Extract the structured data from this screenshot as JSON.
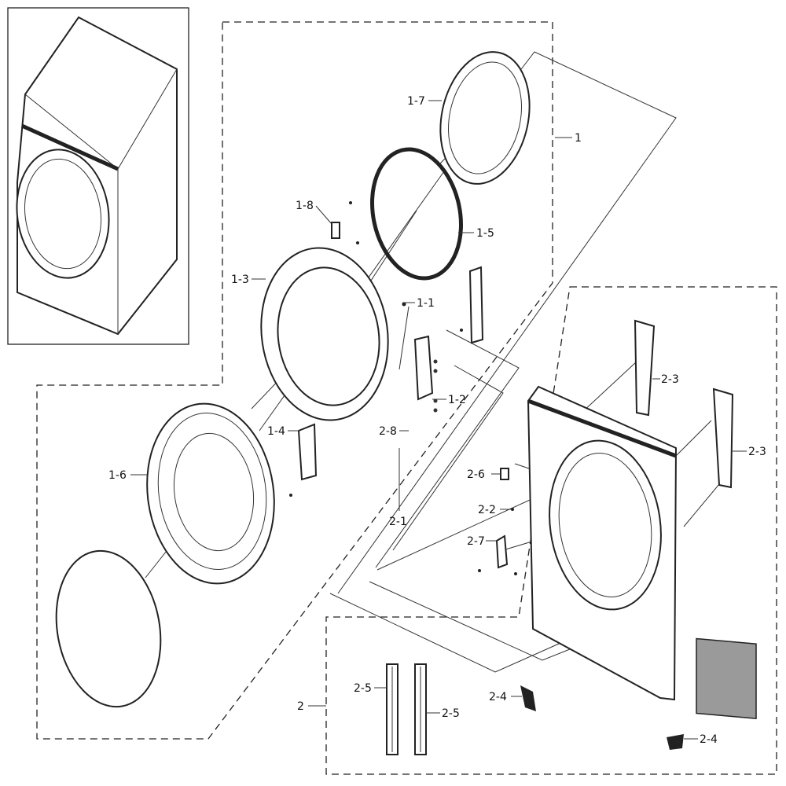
{
  "callouts": {
    "c1": "1",
    "c1_1": "1-1",
    "c1_2": "1-2",
    "c1_3": "1-3",
    "c1_4": "1-4",
    "c1_5": "1-5",
    "c1_6": "1-6",
    "c1_7": "1-7",
    "c1_8": "1-8",
    "c2": "2",
    "c2_1": "2-1",
    "c2_2": "2-2",
    "c2_3a": "2-3",
    "c2_3b": "2-3",
    "c2_4a": "2-4",
    "c2_4b": "2-4",
    "c2_5a": "2-5",
    "c2_5b": "2-5",
    "c2_6": "2-6",
    "c2_7": "2-7",
    "c2_8": "2-8"
  },
  "colors": {
    "line": "#222222",
    "label_fill": "#9a9a9a"
  }
}
